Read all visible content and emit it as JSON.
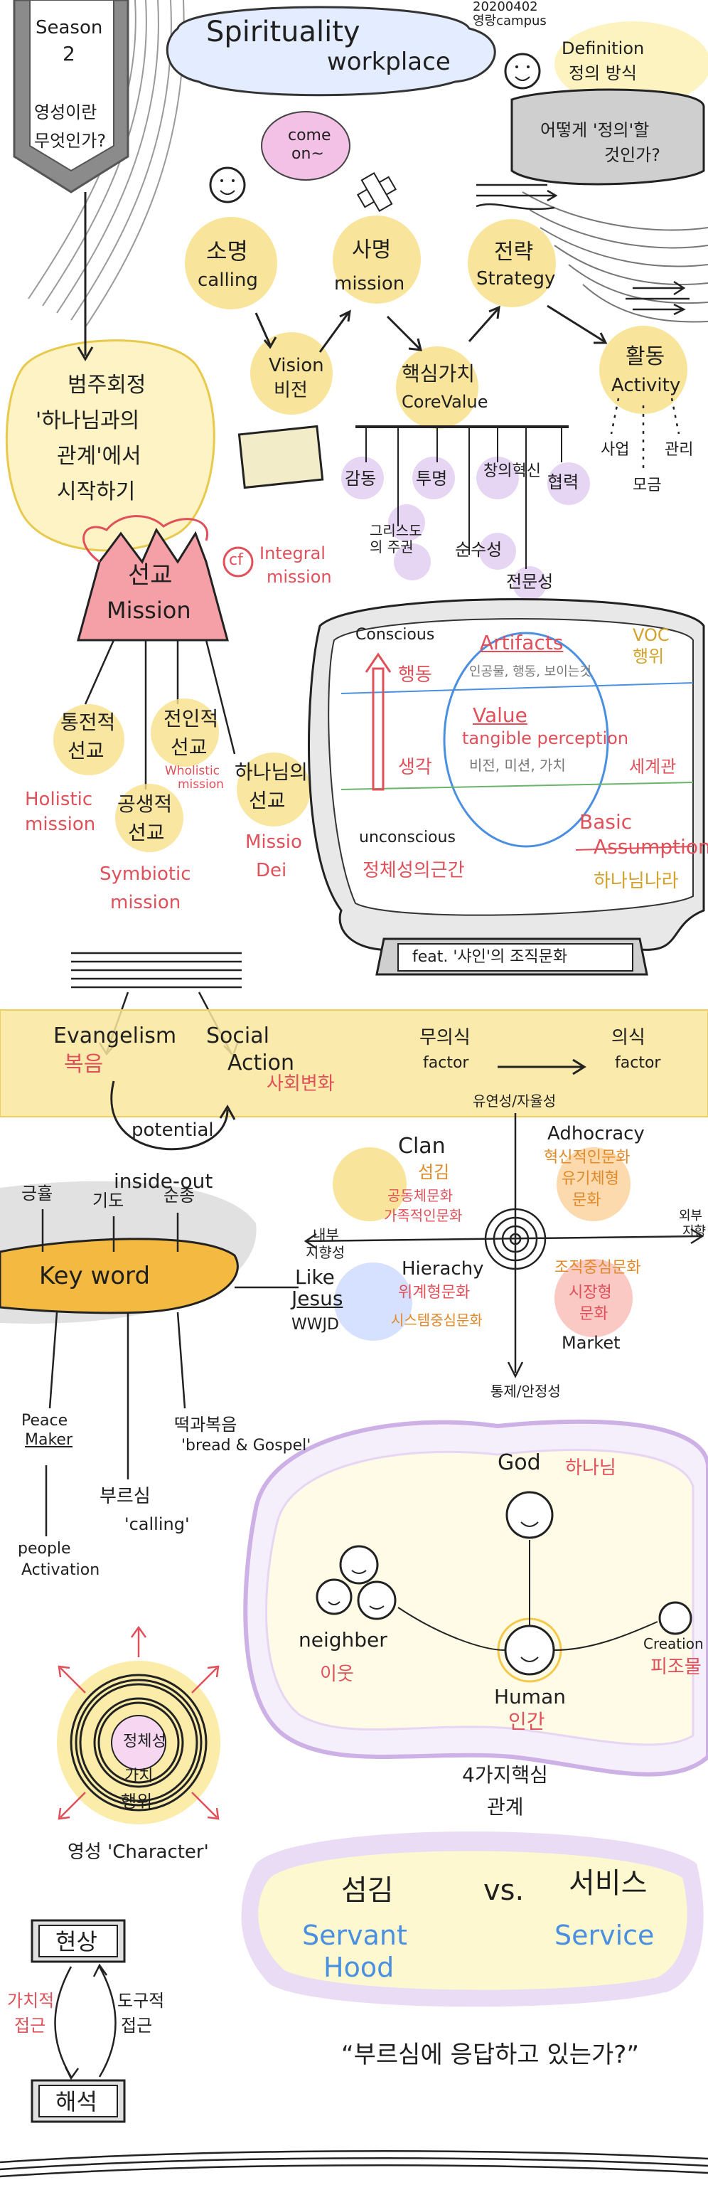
{
  "header": {
    "season_line1": "Season",
    "season_line2": "2",
    "badge_q1": "영성이란",
    "badge_q2": "무엇인가?",
    "title_line1": "Spirituality",
    "title_line2": "workplace",
    "date": "20200402",
    "campus": "영랑campus",
    "definition_en": "Definition",
    "definition_ko": "정의 방식",
    "howq_line1": "어떻게 '정의'할",
    "howq_line2": "것인가?"
  },
  "flow": {
    "come_on_1": "come",
    "come_on_2": "on~",
    "calling_ko": "소명",
    "calling_en": "calling",
    "mission_ko": "사명",
    "mission_en": "mission",
    "strategy_ko": "전략",
    "strategy_en": "Strategy",
    "activity_ko": "활동",
    "activity_en": "Activity",
    "vision_en": "Vision",
    "vision_ko": "비전",
    "corevalue_ko": "핵심가치",
    "corevalue_en": "CoreValue",
    "activity_items": [
      "사업",
      "모금",
      "관리"
    ],
    "values": [
      "감동",
      "투명",
      "창의혁신",
      "협력",
      "그리스도의 주권",
      "순수성",
      "전문성"
    ]
  },
  "beginning": {
    "line1": "범주회정",
    "line2": "'하나님과의",
    "line3": "관계'에서",
    "line4": "시작하기"
  },
  "mission": {
    "ko": "선교",
    "en": "Mission",
    "cf": "cf",
    "integral_1": "Integral",
    "integral_2": "mission",
    "holistic_ko_1": "통전적",
    "holistic_ko_2": "선교",
    "holistic_en_1": "Holistic",
    "holistic_en_2": "mission",
    "wholistic_ko_1": "전인적",
    "wholistic_ko_2": "선교",
    "wholistic_en_1": "Wholistic",
    "wholistic_en_2": "mission",
    "symbiotic_ko_1": "공생적",
    "symbiotic_ko_2": "선교",
    "symbiotic_en_1": "Symbiotic",
    "symbiotic_en_2": "mission",
    "dei_ko_1": "하나님의",
    "dei_ko_2": "선교",
    "dei_en_1": "Missio",
    "dei_en_2": "Dei"
  },
  "culture": {
    "conscious": "Conscious",
    "action": "행동",
    "thought": "생각",
    "unconscious": "unconscious",
    "identity": "정체성의근간",
    "artifacts": "Artifacts",
    "artifacts_sub": "인공물, 행동, 보이는것",
    "voc": "VOC",
    "voc_sub": "행위",
    "value": "Value",
    "tangible": "tangible perception",
    "value_sub": "비전, 미션, 가치",
    "worldview": "세계관",
    "basic_1": "Basic",
    "basic_2": "Assumption",
    "kingdom": "하나님나라",
    "feat": "feat. '샤인'의 조직문화"
  },
  "band": {
    "evangelism": "Evangelism",
    "evangelism_ko": "복음",
    "social_1": "Social",
    "social_2": "Action",
    "social_ko": "사회변화",
    "potential": "potential",
    "inside_out": "inside-out",
    "unconscious_factor_ko": "무의식",
    "unconscious_factor_en": "factor",
    "conscious_factor_ko": "의식",
    "conscious_factor_en": "factor"
  },
  "quadrant": {
    "top_axis": "유연성/자율성",
    "bottom_axis": "통제/안정성",
    "left_axis_1": "내부",
    "left_axis_2": "지향성",
    "right_axis_1": "외부",
    "right_axis_2": "지향",
    "clan_en": "Clan",
    "clan_ko": "섬김",
    "clan_sub1": "공동체문화",
    "clan_sub2": "가족적인문화",
    "adhocracy_en": "Adhocracy",
    "adhocracy_sub1": "혁신적인문화",
    "adhocracy_sub2": "유기체형",
    "adhocracy_sub3": "문화",
    "hierarchy_en": "Hierachy",
    "hierarchy_sub1": "위계형문화",
    "hierarchy_sub2": "시스템중심문화",
    "market_sub1": "조직중심문화",
    "market_sub2": "시장형",
    "market_sub3": "문화",
    "market_en": "Market"
  },
  "keyword": {
    "title": "Key word",
    "top": [
      "긍휼",
      "기도",
      "순종"
    ],
    "like_1": "Like",
    "like_2": "Jesus",
    "wwjd": "WWJD",
    "peace_1": "Peace",
    "peace_2": "Maker",
    "people_1": "people",
    "people_2": "Activation",
    "calling_ko": "부르심",
    "calling_en": "'calling'",
    "bread_ko": "떡과복음",
    "bread_en": "'bread & Gospel'"
  },
  "relations": {
    "god_en": "God",
    "god_ko": "하나님",
    "neighbor_en": "neighber",
    "neighbor_ko": "이웃",
    "human_en": "Human",
    "human_ko": "인간",
    "creation_en": "Creation",
    "creation_ko": "피조물",
    "caption_1": "4가지핵심",
    "caption_2": "관계"
  },
  "character": {
    "inner": "정체성",
    "middle": "가치",
    "outer": "행위",
    "caption": "영성 'Character'"
  },
  "servant": {
    "left_ko": "섬김",
    "vs": "vs.",
    "right_ko": "서비스",
    "left_en_1": "Servant",
    "left_en_2": "Hood",
    "right_en": "Service"
  },
  "bottom": {
    "phenomenon": "현상",
    "interpretation": "해석",
    "left_1": "가치적",
    "left_2": "접근",
    "right_1": "도구적",
    "right_2": "접근",
    "quote": "“부르심에 응답하고 있는가?”"
  },
  "colors": {
    "yellow": "#f7e08a",
    "pink": "#f4a0a6",
    "red": "#e0505a",
    "blue": "#4a8fe0",
    "purple": "#cdb0e6",
    "ink": "#1f1f1f"
  }
}
